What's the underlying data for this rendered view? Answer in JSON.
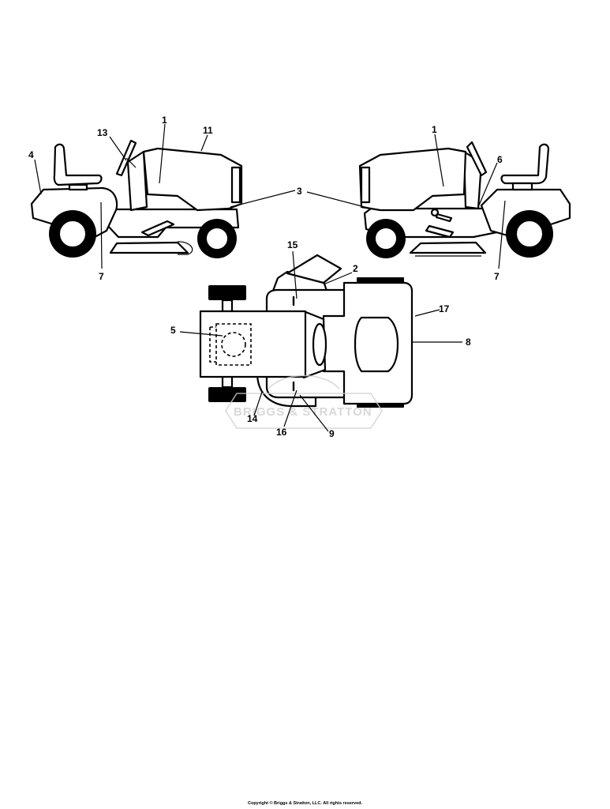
{
  "callouts": {
    "c1a": "1",
    "c1b": "1",
    "c2": "2",
    "c3": "3",
    "c4": "4",
    "c5": "5",
    "c6": "6",
    "c7a": "7",
    "c7b": "7",
    "c8": "8",
    "c9": "9",
    "c11": "11",
    "c13": "13",
    "c14": "14",
    "c15": "15",
    "c16": "16",
    "c17": "17"
  },
  "watermark": "BRIGGS & STRATTON",
  "copyright": "Copyright © Briggs & Stratton, LLC. All rights reserved.",
  "colors": {
    "line": "#000000",
    "background": "#ffffff",
    "watermark": "#d0d0d0"
  }
}
